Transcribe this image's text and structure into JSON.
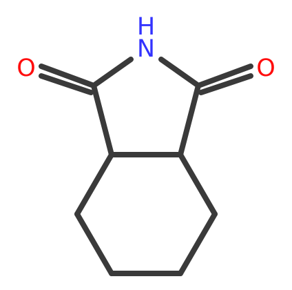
{
  "molecule": {
    "atoms": [
      {
        "id": "N",
        "label": "N",
        "sub": "H",
        "color": "#3333ff"
      },
      {
        "id": "O1",
        "label": "O",
        "color": "#ff0d0d"
      },
      {
        "id": "O2",
        "label": "O",
        "color": "#ff0d0d"
      }
    ],
    "bond_color": "#3a3a3a"
  }
}
